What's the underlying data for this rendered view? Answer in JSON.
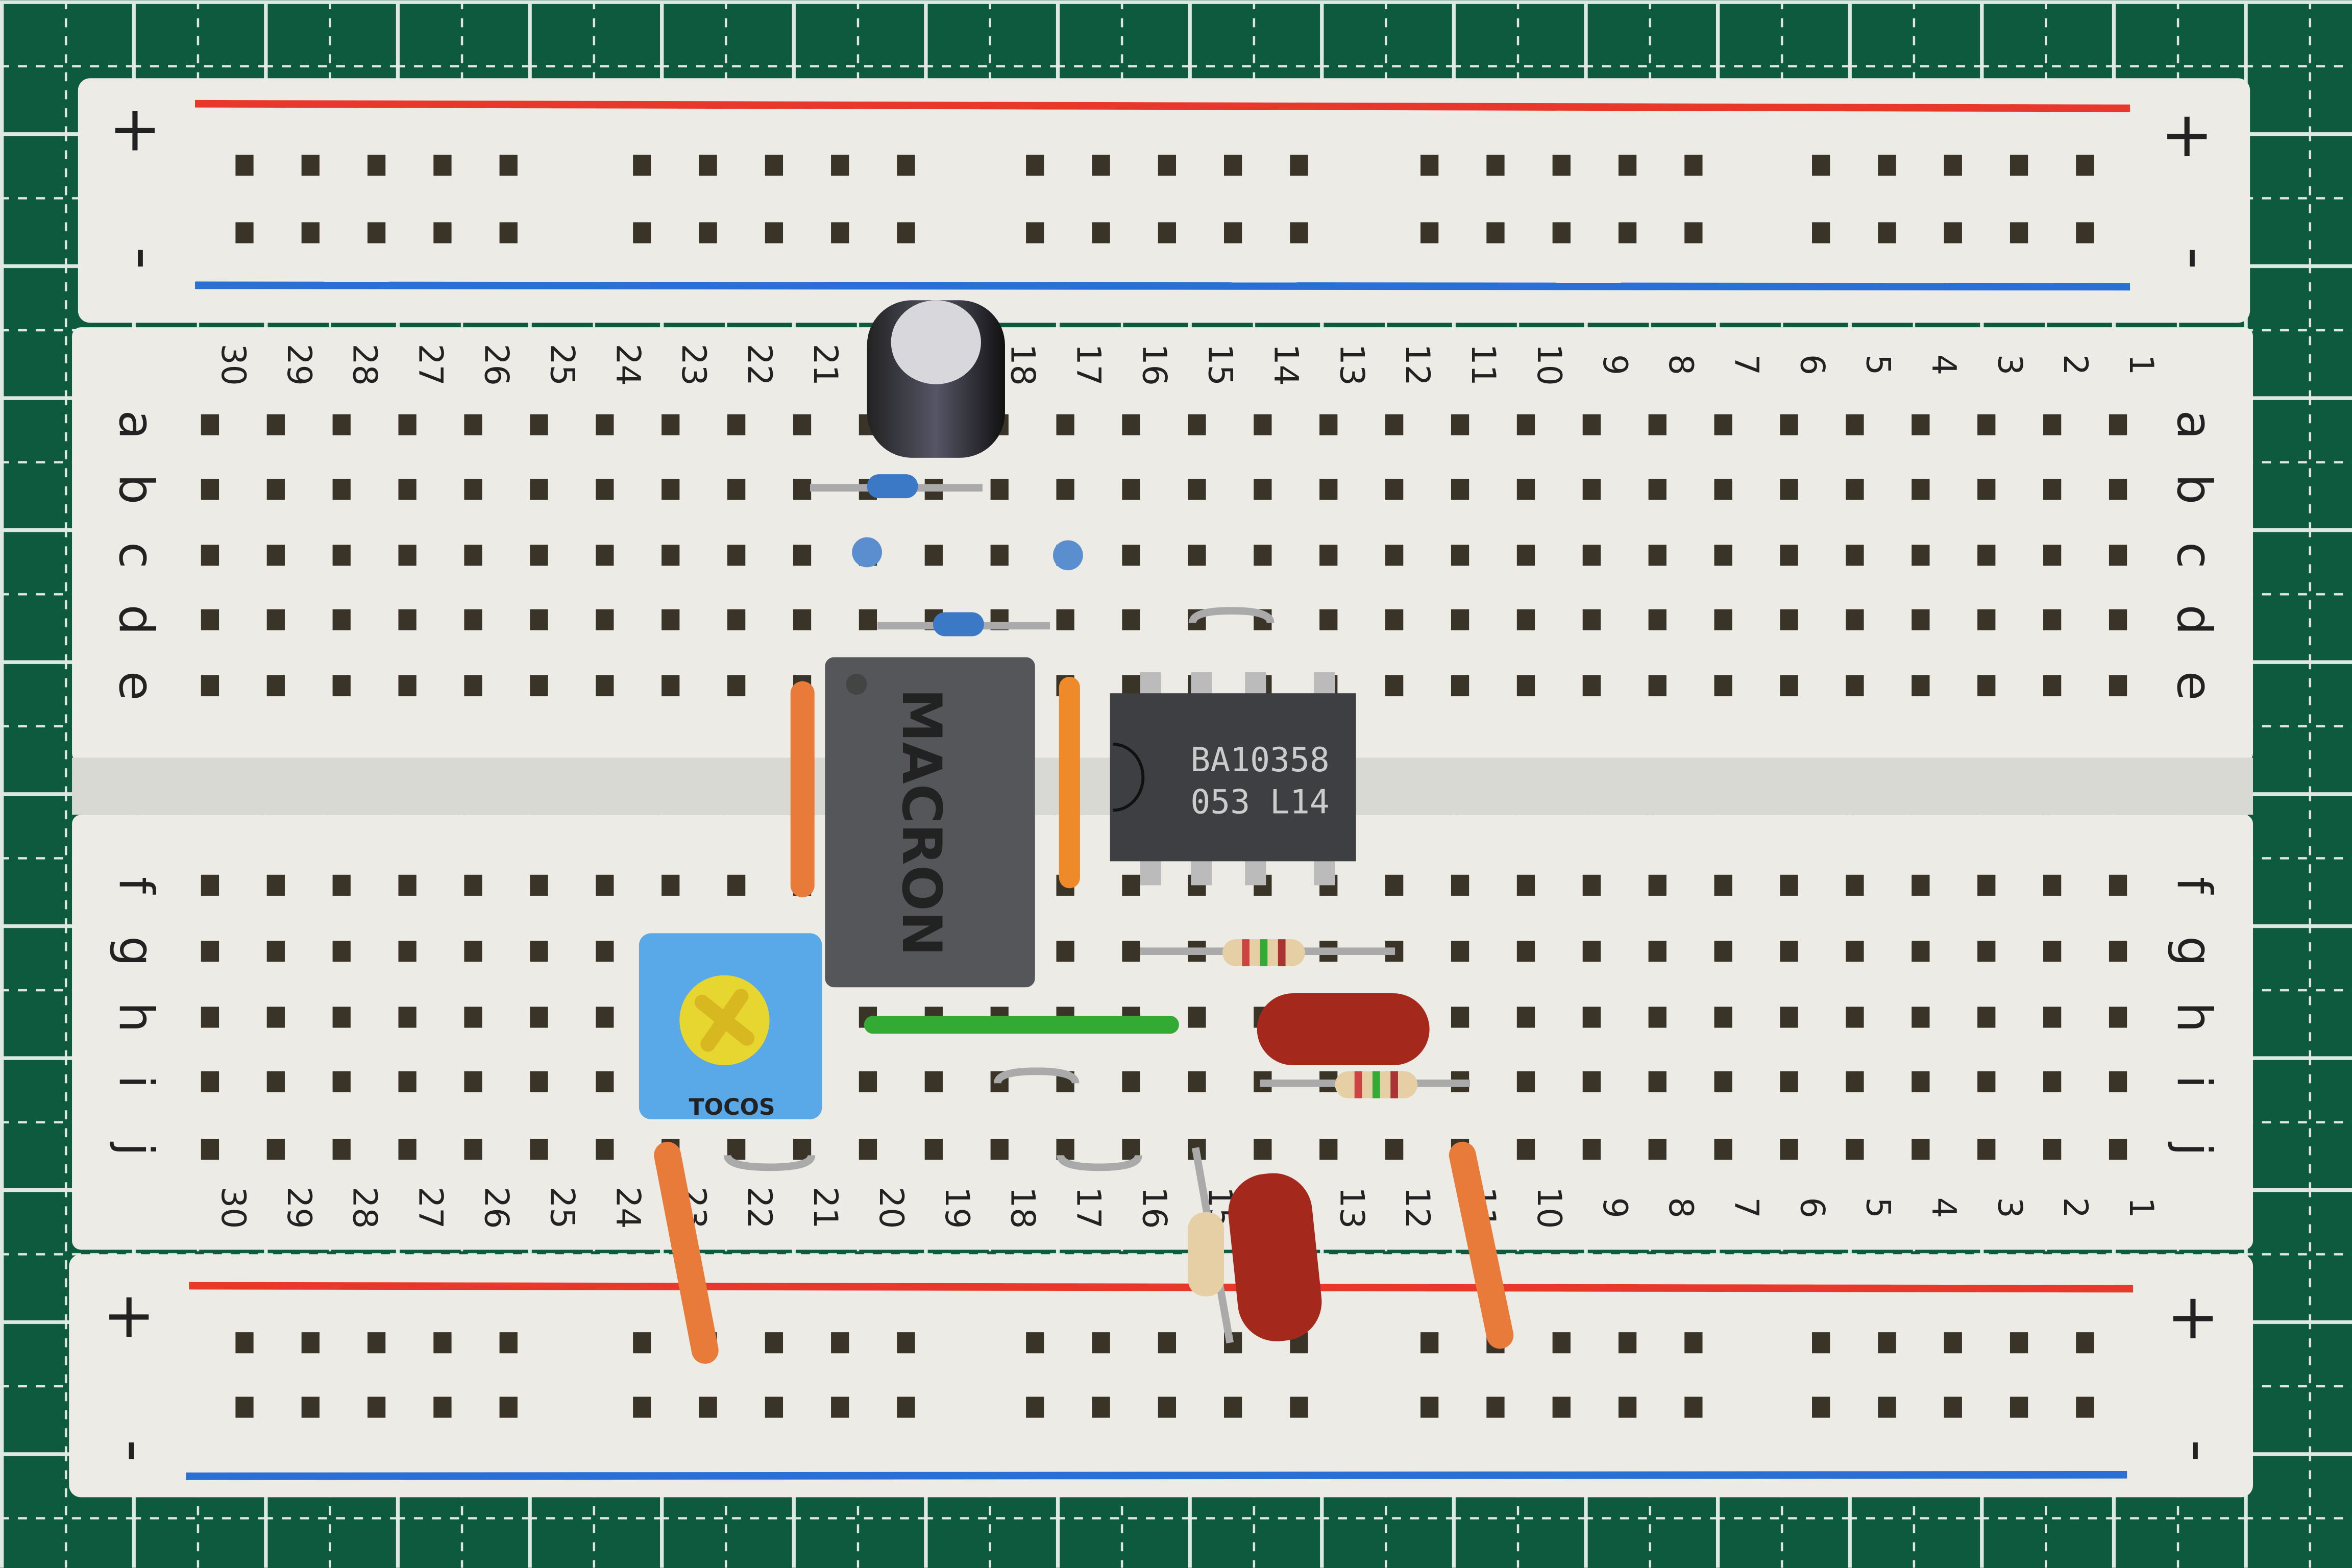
{
  "breadboard": {
    "columns": [
      "1",
      "2",
      "3",
      "4",
      "5",
      "6",
      "7",
      "8",
      "9",
      "10",
      "11",
      "12",
      "13",
      "14",
      "15",
      "16",
      "17",
      "18",
      "19",
      "20",
      "21",
      "22",
      "23",
      "24",
      "25",
      "26",
      "27",
      "28",
      "29",
      "30"
    ],
    "rows_top": [
      "a",
      "b",
      "c",
      "d",
      "e"
    ],
    "rows_bottom": [
      "f",
      "g",
      "h",
      "i",
      "j"
    ],
    "rail_plus": "+",
    "rail_minus": "-",
    "colors": {
      "board": "#ecebe6",
      "rail_red": "#e8382b",
      "rail_blue": "#2a6fd6",
      "mat": "#0d5a3e",
      "grid": "#dfe8e2"
    }
  },
  "components": {
    "inductor_marking": "MACRON",
    "ic_line1": "BA10358",
    "ic_line2": "053 L14",
    "trimmer_marking": "TOCOS"
  }
}
